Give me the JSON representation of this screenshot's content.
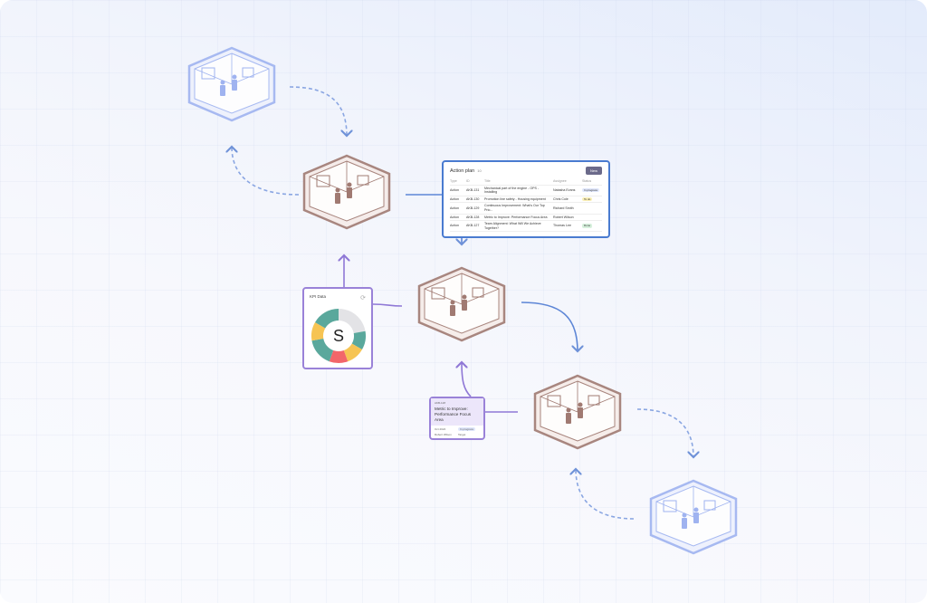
{
  "action_plan": {
    "title": "Action plan",
    "count": "10",
    "new_button": "New",
    "columns": [
      "Type",
      "ID",
      "Title",
      "Assignee",
      "Status"
    ],
    "rows": [
      {
        "type": "Action",
        "id": "AKB-131",
        "title": "Mechanical part of the engine - OPS - Installing",
        "assignee": "Natasha Evans",
        "status": "In progress"
      },
      {
        "type": "Action",
        "id": "AKB-130",
        "title": "Promotion line safety - Housing equipment",
        "assignee": "Chris Cole",
        "status": "To do"
      },
      {
        "type": "Action",
        "id": "AKB-129",
        "title": "Continuous Improvement: What's Our Top Prio...",
        "assignee": "Richard Smith",
        "status": ""
      },
      {
        "type": "Action",
        "id": "AKB-128",
        "title": "Metric to Improve: Performance Focus Area",
        "assignee": "Robert Wilson",
        "status": ""
      },
      {
        "type": "Action",
        "id": "AKB-127",
        "title": "Team Alignment: What Will We Achieve Together?",
        "assignee": "Thomas Lee",
        "status": "Done"
      }
    ],
    "status_colors": {
      "In progress": "#dfe6fb",
      "To do": "#fbf0b8",
      "Done": "#d6f0dc"
    }
  },
  "kpi": {
    "title": "KPI Data",
    "center_letter": "S",
    "segments": [
      {
        "value": 2,
        "color": "#e3e3e6"
      },
      {
        "value": 1,
        "color": "#5aa89c"
      },
      {
        "value": 1,
        "color": "#f6c453"
      },
      {
        "value": 1,
        "color": "#f2666a"
      },
      {
        "value": 1.5,
        "color": "#5aa89c"
      },
      {
        "value": 1,
        "color": "#f6c453"
      },
      {
        "value": 1.5,
        "color": "#5aa89c"
      }
    ]
  },
  "metric": {
    "tag": "AKB-128",
    "title": "Metric to Improve: Performance Focus Area",
    "date": "Oct 2024",
    "status": "In progress",
    "owner": "Robert Wilson",
    "tag2": "Target"
  },
  "colors": {
    "accent_blue": "#4a7bd0",
    "accent_purple": "#9a82d8",
    "room_brown": "#a07a72",
    "room_blue": "#9fb3f0"
  }
}
